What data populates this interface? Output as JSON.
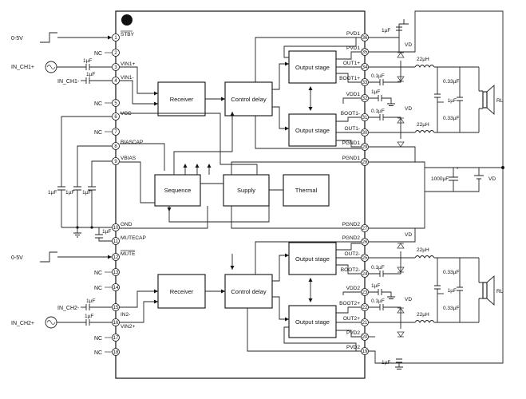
{
  "pins": {
    "1": "1",
    "2": "2",
    "3": "3",
    "4": "4",
    "5": "5",
    "6": "6",
    "7": "7",
    "8": "8",
    "9": "9",
    "10": "10",
    "11": "11",
    "12": "12",
    "13": "13",
    "14": "14",
    "15": "15",
    "16": "16",
    "17": "17",
    "18": "18",
    "19": "19",
    "20": "20",
    "21": "21",
    "22": "22",
    "23": "23",
    "24": "24",
    "25": "25",
    "26": "26",
    "27": "27",
    "28": "28",
    "29": "29",
    "30": "30",
    "31": "31",
    "32": "32",
    "33": "33",
    "34": "34",
    "35": "35",
    "36": "36"
  },
  "left_pins": {
    "stby": "STBY",
    "nc": "NC",
    "vin1p": "VIN1+",
    "vin1m": "VIN1-",
    "vcc": "VCC",
    "biascap": "BIASCAP",
    "vbias": "VBIAS",
    "gnd": "GND",
    "mutecap": "MUTECAP",
    "mute": "MUTE",
    "in2m": "IN2-",
    "vin2p": "VIN2+"
  },
  "right_pins": {
    "pvd1": "PVD1",
    "out1p": "OUT1+",
    "boot1p": "BOOT1+",
    "vdd1": "VDD1",
    "boot1m": "BOOT1-",
    "out1m": "OUT1-",
    "pgnd1": "PGND1",
    "pgnd2": "PGND2",
    "out2m": "OUT2-",
    "boot2m": "BOOT2-",
    "vdd2": "VDD2",
    "boot2p": "BOOT2+",
    "out2p": "OUT2+",
    "pvd2": "PVD2"
  },
  "blocks": {
    "receiver": "Receiver",
    "control_delay": "Control delay",
    "output_stage": "Output stage",
    "sequence": "Sequence",
    "supply": "Supply",
    "thermal": "Thermal"
  },
  "inputs": {
    "zero_5v": "0-5V",
    "in_ch1p": "IN_CH1+",
    "in_ch1m": "IN_CH1-",
    "in_ch2m": "IN_CH2-",
    "in_ch2p": "IN_CH2+"
  },
  "components": {
    "cap_1uf": "1µF",
    "cap_01uf": "0.1µF",
    "cap_033uf": "0.33µF",
    "ind_22uh": "22µH",
    "cap_1000uf": "1000µF",
    "vd": "VD",
    "rl": "RL",
    "star": "*"
  }
}
